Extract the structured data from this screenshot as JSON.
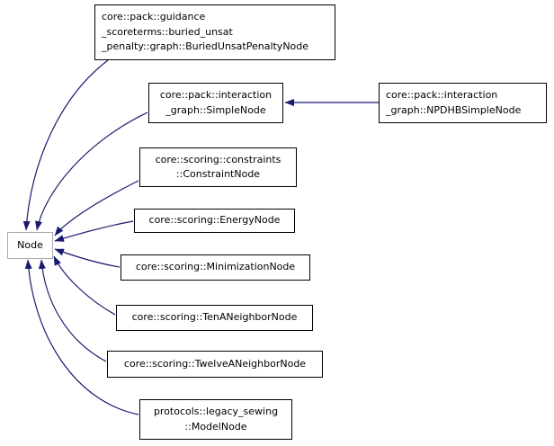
{
  "diagram": {
    "type": "class-inheritance-graph",
    "background_color": "#ffffff",
    "edge_color": "#191970",
    "box_border_color": "#000000",
    "base_box_border_color": "#a9a9a9",
    "text_color": "#000000",
    "nodes": [
      {
        "id": "BuriedUnsatPenaltyNode",
        "label": "core::pack::guidance\n_scoreterms::buried_unsat\n_penalty::graph::BuriedUnsatPenaltyNode"
      },
      {
        "id": "SimpleNode",
        "label": "core::pack::interaction\n_graph::SimpleNode"
      },
      {
        "id": "NPDHBSimpleNode",
        "label": "core::pack::interaction\n_graph::NPDHBSimpleNode"
      },
      {
        "id": "ConstraintNode",
        "label": "core::scoring::constraints\n::ConstraintNode"
      },
      {
        "id": "EnergyNode",
        "label": "core::scoring::EnergyNode"
      },
      {
        "id": "MinimizationNode",
        "label": "core::scoring::MinimizationNode"
      },
      {
        "id": "TenANeighborNode",
        "label": "core::scoring::TenANeighborNode"
      },
      {
        "id": "TwelveANeighborNode",
        "label": "core::scoring::TwelveANeighborNode"
      },
      {
        "id": "ModelNode",
        "label": "protocols::legacy_sewing\n::ModelNode"
      },
      {
        "id": "Node",
        "label": "Node"
      }
    ],
    "edges": [
      {
        "from": "BuriedUnsatPenaltyNode",
        "to": "Node"
      },
      {
        "from": "SimpleNode",
        "to": "Node"
      },
      {
        "from": "NPDHBSimpleNode",
        "to": "SimpleNode"
      },
      {
        "from": "ConstraintNode",
        "to": "Node"
      },
      {
        "from": "EnergyNode",
        "to": "Node"
      },
      {
        "from": "MinimizationNode",
        "to": "Node"
      },
      {
        "from": "TenANeighborNode",
        "to": "Node"
      },
      {
        "from": "TwelveANeighborNode",
        "to": "Node"
      },
      {
        "from": "ModelNode",
        "to": "Node"
      }
    ]
  }
}
